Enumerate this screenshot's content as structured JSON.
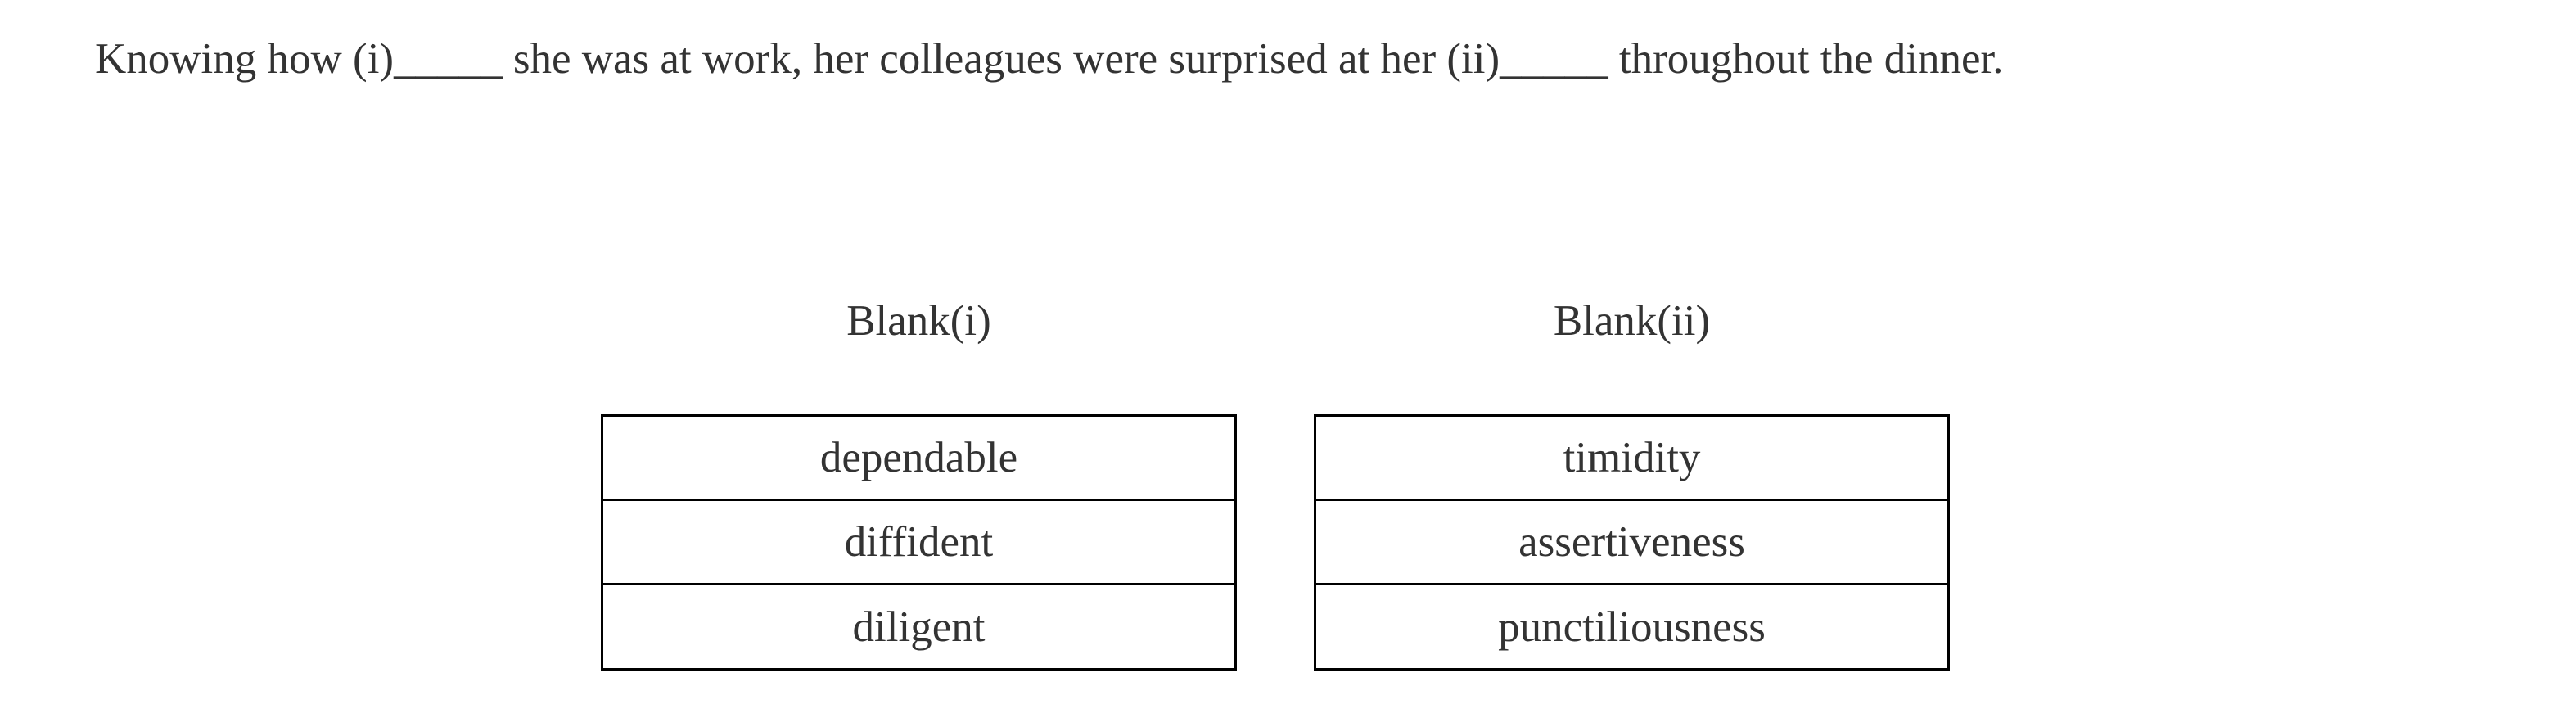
{
  "question": {
    "part1": "Knowing how (i)",
    "blank1": "_____",
    "part2": " she was at work, her colleagues were surprised at her (ii)",
    "blank2": "_____",
    "part3": " throughout the dinner."
  },
  "blanks": [
    {
      "heading": "Blank(i)",
      "options": [
        "dependable",
        "diffident",
        "diligent"
      ]
    },
    {
      "heading": "Blank(ii)",
      "options": [
        "timidity",
        "assertiveness",
        "punctiliousness"
      ]
    }
  ],
  "colors": {
    "text": "#333333",
    "border": "#000000",
    "background": "#ffffff"
  }
}
